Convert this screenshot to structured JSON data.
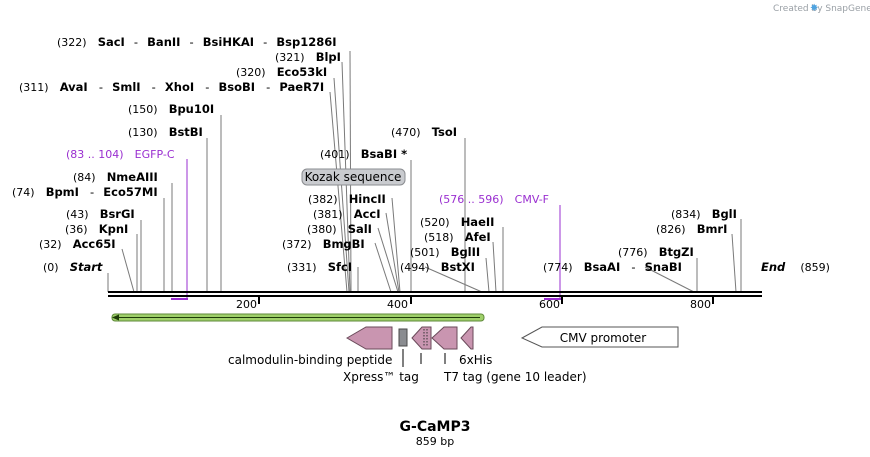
{
  "credit": "Created by SnapGene",
  "title": "G-CaMP3",
  "subtitle": "859 bp",
  "ends": {
    "start_pos": "(0)",
    "start": "Start",
    "end": "End",
    "end_pos": "(859)"
  },
  "ruler_ticks": [
    "200",
    "400",
    "600",
    "800"
  ],
  "enzyme_labels": [
    {
      "pos": "(322)",
      "names": [
        "SacI",
        "BanII",
        "BsiHKAI",
        "Bsp1286I"
      ]
    },
    {
      "pos": "(321)",
      "names": [
        "BlpI"
      ]
    },
    {
      "pos": "(320)",
      "names": [
        "Eco53kI"
      ]
    },
    {
      "pos": "(311)",
      "names": [
        "AvaI",
        "SmlI",
        "XhoI",
        "BsoBI",
        "PaeR7I"
      ]
    },
    {
      "pos": "(150)",
      "names": [
        "Bpu10I"
      ]
    },
    {
      "pos": "(130)",
      "names": [
        "BstBI"
      ]
    },
    {
      "pos": "(470)",
      "names": [
        "TsoI"
      ]
    },
    {
      "pos": "(401)",
      "names": [
        "BsaBI *"
      ]
    },
    {
      "pos": "(84)",
      "names": [
        "NmeAIII"
      ]
    },
    {
      "pos": "(74)",
      "names": [
        "BpmI",
        "Eco57MI"
      ]
    },
    {
      "pos": "(382)",
      "names": [
        "HincII"
      ]
    },
    {
      "pos": "(43)",
      "names": [
        "BsrGI"
      ]
    },
    {
      "pos": "(381)",
      "names": [
        "AccI"
      ]
    },
    {
      "pos": "(36)",
      "names": [
        "KpnI"
      ]
    },
    {
      "pos": "(380)",
      "names": [
        "SalI"
      ]
    },
    {
      "pos": "(32)",
      "names": [
        "Acc65I"
      ]
    },
    {
      "pos": "(372)",
      "names": [
        "BmgBI"
      ]
    },
    {
      "pos": "(331)",
      "names": [
        "SfcI"
      ]
    },
    {
      "pos": "(494)",
      "names": [
        "BstXI"
      ]
    },
    {
      "pos": "(520)",
      "names": [
        "HaeII"
      ]
    },
    {
      "pos": "(518)",
      "names": [
        "AfeI"
      ]
    },
    {
      "pos": "(501)",
      "names": [
        "BglII"
      ]
    },
    {
      "pos": "(774)",
      "names": [
        "BsaAI",
        "SnaBI"
      ]
    },
    {
      "pos": "(834)",
      "names": [
        "BglI"
      ]
    },
    {
      "pos": "(826)",
      "names": [
        "BmrI"
      ]
    },
    {
      "pos": "(776)",
      "names": [
        "BtgZI"
      ]
    }
  ],
  "primers": [
    {
      "range": "(83 .. 104)",
      "name": "EGFP-C"
    },
    {
      "range": "(576 .. 596)",
      "name": "CMV-F"
    }
  ],
  "features": {
    "kozak": "Kozak sequence",
    "cmv": "CMV promoter",
    "calmodulin": "calmodulin-binding peptide",
    "xpress": "Xpress™ tag",
    "t7": "T7 tag (gene 10 leader)",
    "his": "6xHis"
  },
  "colors": {
    "primer": "#9a2fd0",
    "feature_pink": "#c995b0",
    "orf_green": "#9fd06a",
    "kozak_fill": "#c9cbcf",
    "cmv_fill": "#ffffff"
  }
}
